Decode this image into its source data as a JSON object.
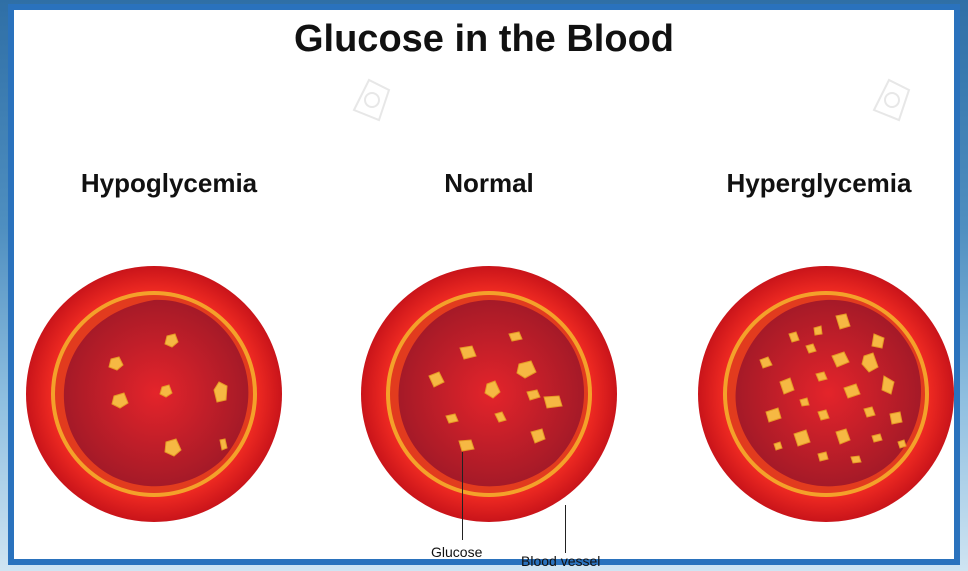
{
  "title": "Glucose in the Blood",
  "panels": [
    {
      "label": "Hypoglycemia",
      "level": "low"
    },
    {
      "label": "Normal",
      "level": "normal"
    },
    {
      "label": "Hyperglycemia",
      "level": "high"
    }
  ],
  "callouts": {
    "glucose": "Glucose",
    "blood_vessel": "Blood vessel"
  },
  "colors": {
    "frame": "#2a72bd",
    "vessel_outer": "#e01e1e",
    "vessel_ring": "#f4a12a",
    "blood": "#b41c26",
    "glucose": "#f6b843"
  }
}
